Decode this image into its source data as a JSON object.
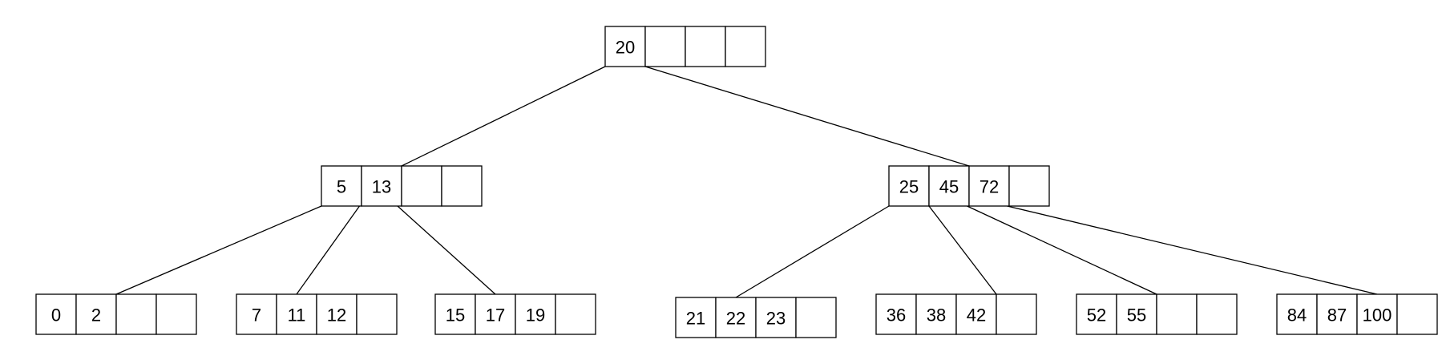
{
  "tree": {
    "root": {
      "keys": [
        "20",
        "",
        "",
        ""
      ]
    },
    "internal": [
      {
        "keys": [
          "5",
          "13",
          "",
          ""
        ]
      },
      {
        "keys": [
          "25",
          "45",
          "72",
          ""
        ]
      }
    ],
    "leaves": [
      {
        "keys": [
          "0",
          "2",
          "",
          ""
        ]
      },
      {
        "keys": [
          "7",
          "11",
          "12",
          ""
        ]
      },
      {
        "keys": [
          "15",
          "17",
          "19",
          ""
        ]
      },
      {
        "keys": [
          "21",
          "22",
          "23",
          ""
        ]
      },
      {
        "keys": [
          "36",
          "38",
          "42",
          ""
        ]
      },
      {
        "keys": [
          "52",
          "55",
          "",
          ""
        ]
      },
      {
        "keys": [
          "84",
          "87",
          "100",
          ""
        ]
      }
    ]
  }
}
